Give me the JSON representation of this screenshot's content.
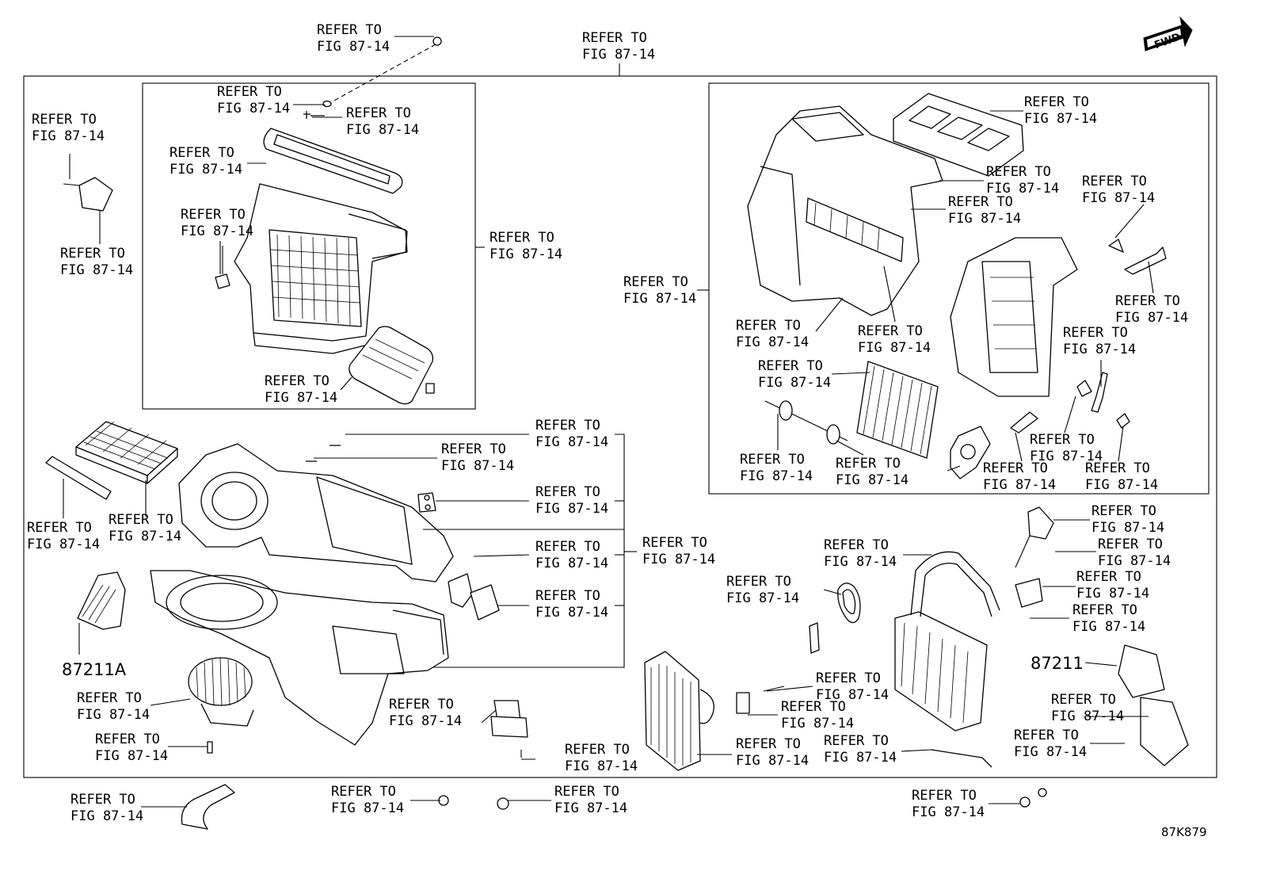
{
  "callouts": [
    {
      "l1": "REFER TO",
      "l2": "FIG 87-14"
    },
    {
      "l1": "REFER TO",
      "l2": "FIG 87-14"
    },
    {
      "l1": "REFER TO",
      "l2": "FIG 87-14"
    },
    {
      "l1": "REFER TO",
      "l2": "FIG 87-14"
    },
    {
      "l1": "REFER TO",
      "l2": "FIG 87-14"
    },
    {
      "l1": "REFER TO",
      "l2": "FIG 87-14"
    },
    {
      "l1": "REFER TO",
      "l2": "FIG 87-14"
    },
    {
      "l1": "REFER TO",
      "l2": "FIG 87-14"
    },
    {
      "l1": "REFER TO",
      "l2": "FIG 87-14"
    },
    {
      "l1": "REFER TO",
      "l2": "FIG 87-14"
    },
    {
      "l1": "REFER TO",
      "l2": "FIG 87-14"
    },
    {
      "l1": "REFER TO",
      "l2": "FIG 87-14"
    },
    {
      "l1": "REFER TO",
      "l2": "FIG 87-14"
    },
    {
      "l1": "REFER TO",
      "l2": "FIG 87-14"
    },
    {
      "l1": "REFER TO",
      "l2": "FIG 87-14"
    },
    {
      "l1": "REFER TO",
      "l2": "FIG 87-14"
    },
    {
      "l1": "REFER TO",
      "l2": "FIG 87-14"
    },
    {
      "l1": "REFER TO",
      "l2": "FIG 87-14"
    },
    {
      "l1": "REFER TO",
      "l2": "FIG 87-14"
    },
    {
      "l1": "REFER TO",
      "l2": "FIG 87-14"
    },
    {
      "l1": "REFER TO",
      "l2": "FIG 87-14"
    },
    {
      "l1": "REFER TO",
      "l2": "FIG 87-14"
    },
    {
      "l1": "REFER TO",
      "l2": "FIG 87-14"
    },
    {
      "l1": "REFER TO",
      "l2": "FIG 87-14"
    },
    {
      "l1": "REFER TO",
      "l2": "FIG 87-14"
    },
    {
      "l1": "REFER TO",
      "l2": "FIG 87-14"
    },
    {
      "l1": "REFER TO",
      "l2": "FIG 87-14"
    },
    {
      "l1": "REFER TO",
      "l2": "FIG 87-14"
    },
    {
      "l1": "REFER TO",
      "l2": "FIG 87-14"
    },
    {
      "l1": "REFER TO",
      "l2": "FIG 87-14"
    },
    {
      "l1": "REFER TO",
      "l2": "FIG 87-14"
    },
    {
      "l1": "REFER TO",
      "l2": "FIG 87-14"
    },
    {
      "l1": "REFER TO",
      "l2": "FIG 87-14"
    },
    {
      "l1": "REFER TO",
      "l2": "FIG 87-14"
    },
    {
      "l1": "REFER TO",
      "l2": "FIG 87-14"
    },
    {
      "l1": "REFER TO",
      "l2": "FIG 87-14"
    },
    {
      "l1": "REFER TO",
      "l2": "FIG 87-14"
    },
    {
      "l1": "REFER TO",
      "l2": "FIG 87-14"
    },
    {
      "l1": "REFER TO",
      "l2": "FIG 87-14"
    },
    {
      "l1": "REFER TO",
      "l2": "FIG 87-14"
    },
    {
      "l1": "REFER TO",
      "l2": "FIG 87-14"
    },
    {
      "l1": "REFER TO",
      "l2": "FIG 87-14"
    },
    {
      "l1": "REFER TO",
      "l2": "FIG 87-14"
    },
    {
      "l1": "REFER TO",
      "l2": "FIG 87-14"
    },
    {
      "l1": "REFER TO",
      "l2": "FIG 87-14"
    },
    {
      "l1": "REFER TO",
      "l2": "FIG 87-14"
    },
    {
      "l1": "REFER TO",
      "l2": "FIG 87-14"
    },
    {
      "l1": "REFER TO",
      "l2": "FIG 87-14"
    },
    {
      "l1": "REFER TO",
      "l2": "FIG 87-14"
    },
    {
      "l1": "REFER TO",
      "l2": "FIG 87-14"
    }
  ],
  "part_numbers": {
    "left_duct": "87211A",
    "right_duct": "87211"
  },
  "fwd_badge": "FWD",
  "figure_code": "87K879"
}
